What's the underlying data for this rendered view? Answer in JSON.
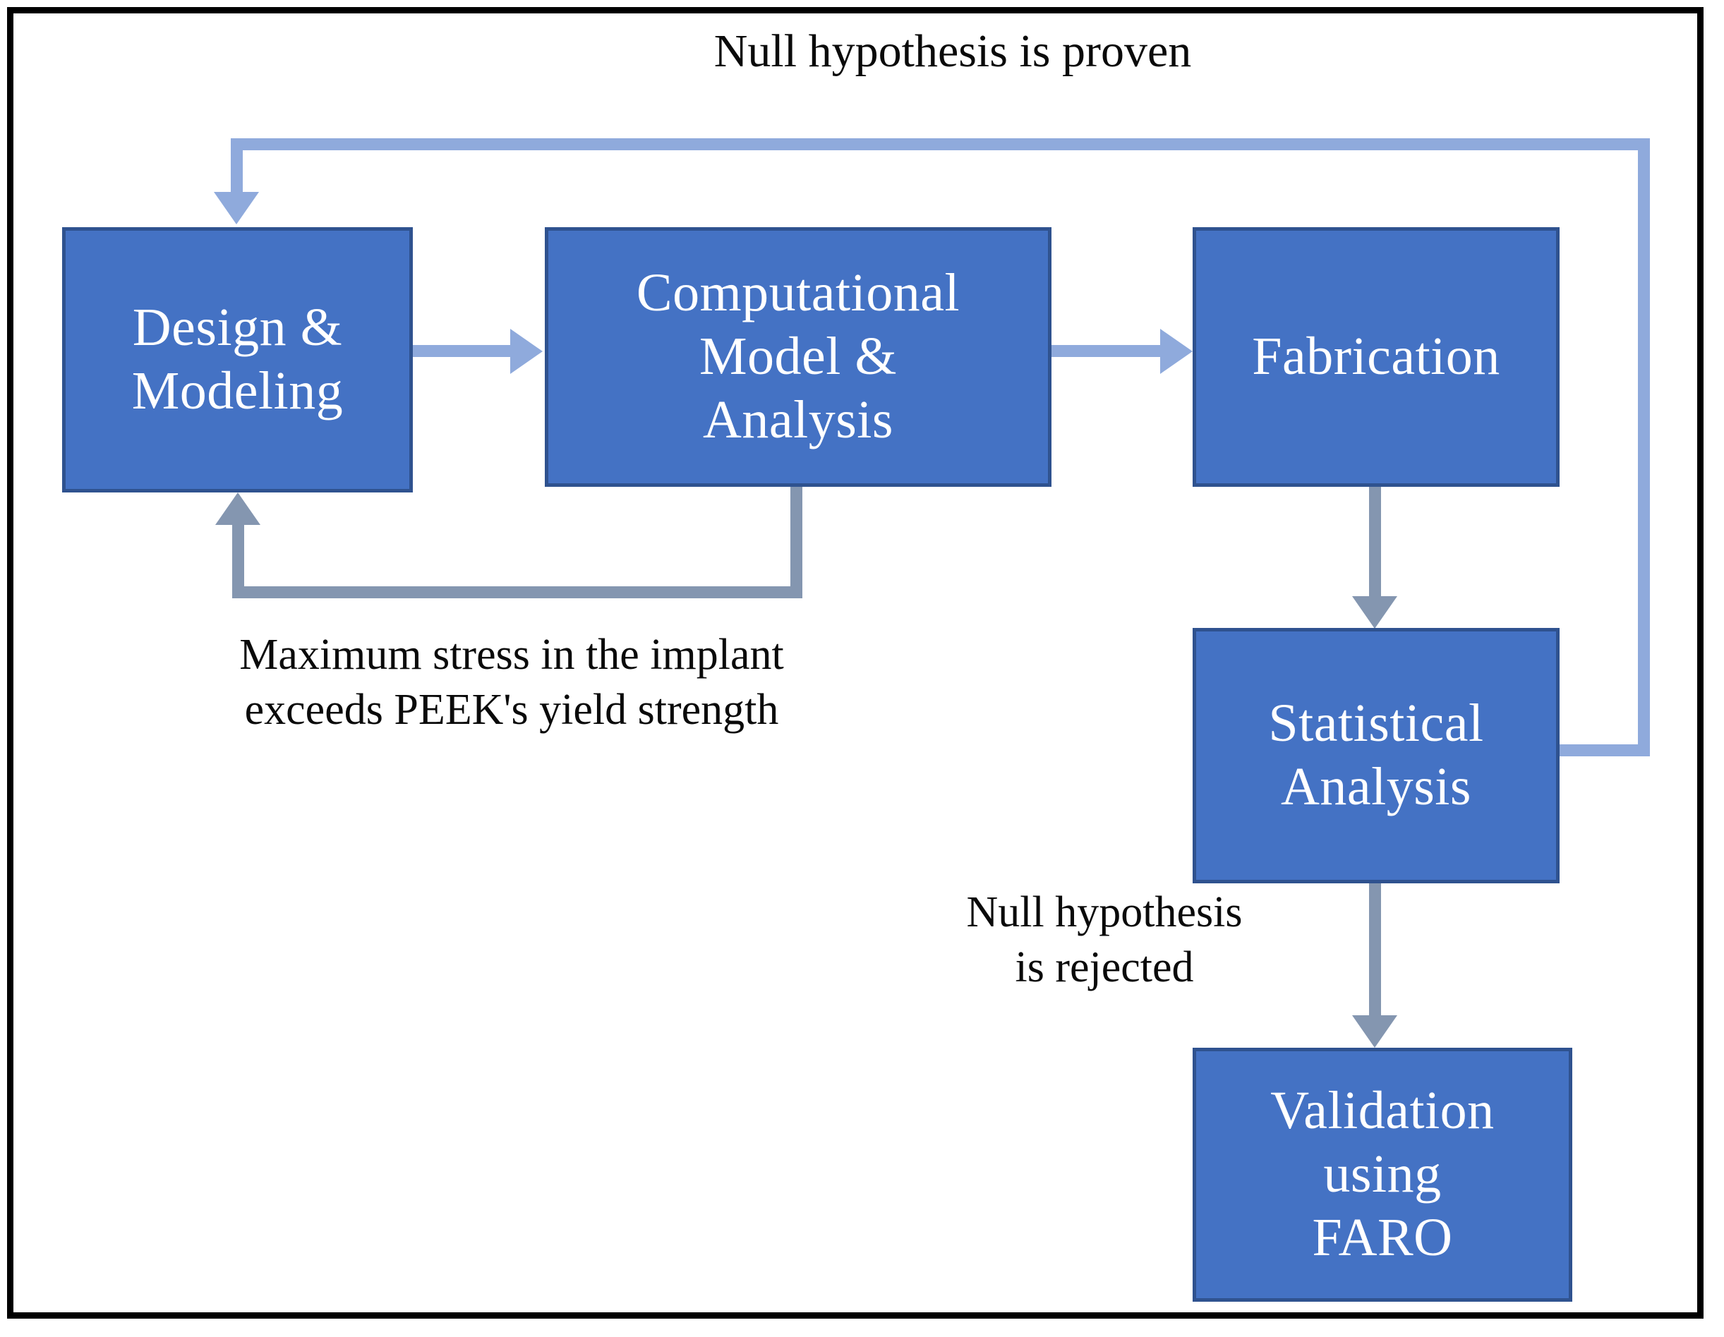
{
  "diagram": {
    "title_label": "Null hypothesis is proven",
    "nodes": [
      {
        "id": "design",
        "label": "Design &\nModeling"
      },
      {
        "id": "computational",
        "label": "Computational\nModel &\nAnalysis"
      },
      {
        "id": "fabrication",
        "label": "Fabrication"
      },
      {
        "id": "statistical",
        "label": "Statistical\nAnalysis"
      },
      {
        "id": "validation",
        "label": "Validation\nusing\nFARO"
      }
    ],
    "edge_labels": {
      "null_proven": "Null hypothesis is proven",
      "max_stress": "Maximum stress in the implant\nexceeds PEEK's yield strength",
      "null_rejected": "Null hypothesis\nis rejected"
    },
    "edges": [
      {
        "from": "design",
        "to": "computational",
        "style": "light-blue",
        "label": ""
      },
      {
        "from": "computational",
        "to": "fabrication",
        "style": "light-blue",
        "label": ""
      },
      {
        "from": "fabrication",
        "to": "statistical",
        "style": "grey-blue",
        "label": ""
      },
      {
        "from": "statistical",
        "to": "validation",
        "style": "grey-blue",
        "label": "Null hypothesis\nis rejected"
      },
      {
        "from": "computational",
        "to": "design",
        "style": "grey-blue",
        "label": "Maximum stress in the implant\nexceeds PEEK's yield strength"
      },
      {
        "from": "statistical",
        "to": "design",
        "style": "light-blue",
        "label": "Null hypothesis is proven"
      }
    ],
    "colors": {
      "node_fill": "#4472C4",
      "node_border": "#2F528F",
      "node_text": "#FFFFFF",
      "light_blue_connector": "#8FAADC",
      "grey_blue_connector": "#8496B0",
      "label_text": "#0A0A0A",
      "frame": "#000000",
      "background": "#FFFFFF"
    }
  }
}
